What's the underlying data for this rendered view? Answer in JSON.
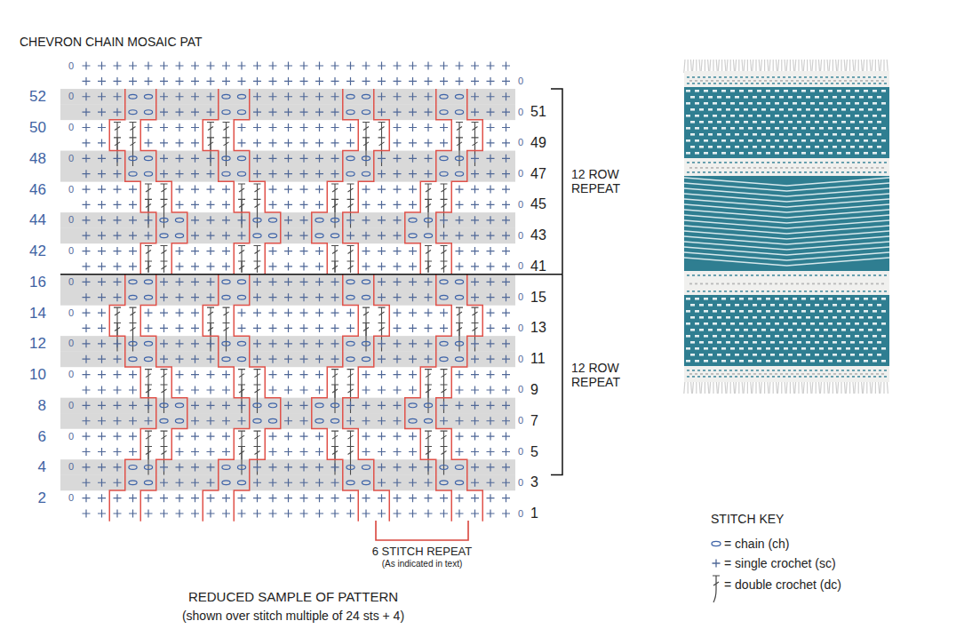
{
  "diagram": {
    "title": "CHEVRON CHAIN MOSAIC PAT",
    "labels": [
      "0",
      "0",
      "52",
      "0",
      "0",
      "51",
      "50",
      "0",
      "0",
      "49",
      "48",
      "0",
      "0",
      "47",
      "46",
      "0",
      "0",
      "45",
      "44",
      "0",
      "0",
      "43",
      "42",
      "0",
      "0",
      "41",
      "16",
      "0",
      "0",
      "15",
      "14",
      "0",
      "0",
      "13",
      "12",
      "0",
      "0",
      "11",
      "10",
      "0",
      "0",
      "9",
      "8",
      "0",
      "0",
      "7",
      "6",
      "0",
      "0",
      "5",
      "4",
      "0",
      "0",
      "3",
      "2",
      "0",
      "0",
      "1",
      "12 ROW REPEAT",
      "12 ROW REPEAT",
      "6 STITCH REPEAT",
      "(As indicated in text)",
      "REDUCED SAMPLE OF PATTERN",
      "(shown over stitch multiple of 24 sts + 4)",
      "STITCH KEY"
    ],
    "legend": [
      {
        "text": "= chain (ch)"
      },
      {
        "text": "= single crochet (sc)"
      },
      {
        "text": "= double crochet (dc)"
      }
    ]
  }
}
